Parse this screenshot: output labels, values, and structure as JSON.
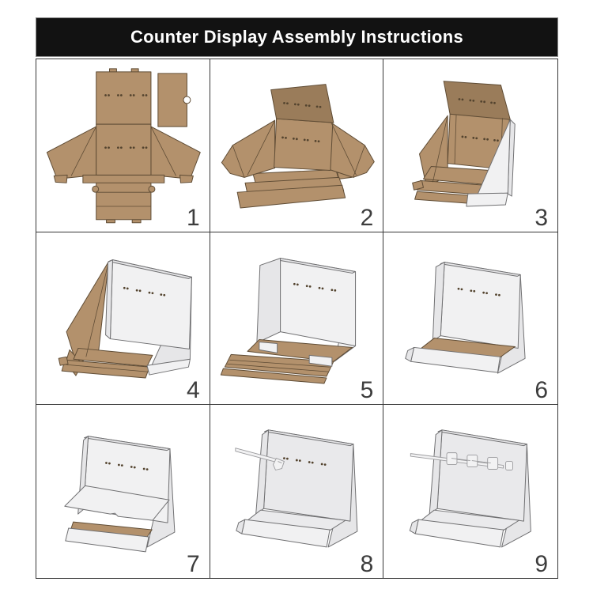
{
  "header": {
    "title": "Counter Display Assembly Instructions"
  },
  "steps": [
    {
      "number": "1",
      "name": "flat-die-cut-blank"
    },
    {
      "number": "2",
      "name": "back-panel-folded-up"
    },
    {
      "number": "3",
      "name": "side-panels-folding-in"
    },
    {
      "number": "4",
      "name": "side-panels-folded"
    },
    {
      "number": "5",
      "name": "base-flaps-open"
    },
    {
      "number": "6",
      "name": "base-tray-formed"
    },
    {
      "number": "7",
      "name": "front-shelf-folded-down"
    },
    {
      "number": "8",
      "name": "insert-peg-hook"
    },
    {
      "number": "9",
      "name": "all-peg-hooks-installed"
    }
  ],
  "colors": {
    "titleBar": "#121212",
    "titleText": "#ffffff",
    "frame": "#373737",
    "number": "#3d3d3d",
    "tan": "#b3916c",
    "tanDark": "#9a7c5a",
    "outline": "#5f4c35",
    "panelWhite": "#f1f1f2",
    "panelShade": "#e6e6e8",
    "wallGray": "#e9e9eb",
    "lineGray": "#707072",
    "hole": "#53432e",
    "trayWhite": "#eaeaec",
    "peg": "#f2f2f3",
    "pegLine": "#9b9b9e"
  }
}
